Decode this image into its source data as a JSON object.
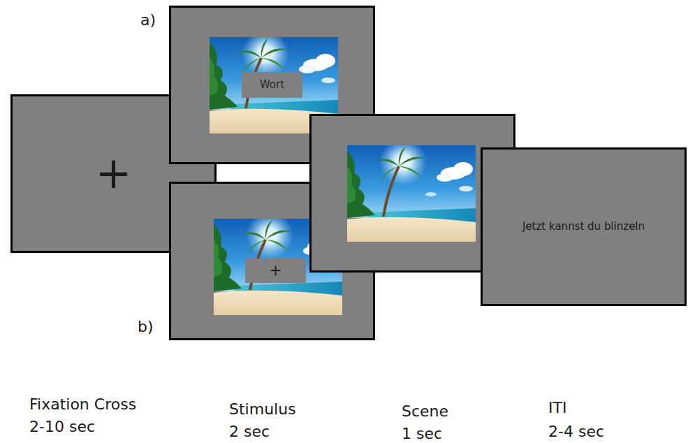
{
  "diagram": {
    "nodes": [
      {
        "text": [
          "+"
        ]
      },
      {
        "text": [
          "a)"
        ]
      },
      {
        "text": [
          "Wort"
        ],
        "in": 1
      },
      {
        "text": [
          "b)"
        ]
      },
      {
        "text": [
          "+"
        ],
        "in": 3
      },
      {
        "text": [
          "Jetzt kannst du blinzeln"
        ]
      }
    ],
    "labels": [
      "Fixation Cross",
      "2-10 sec",
      "Stimulus",
      "2 sec",
      "Scene",
      "1 sec",
      "ITI",
      "2-4 sec"
    ]
  }
}
